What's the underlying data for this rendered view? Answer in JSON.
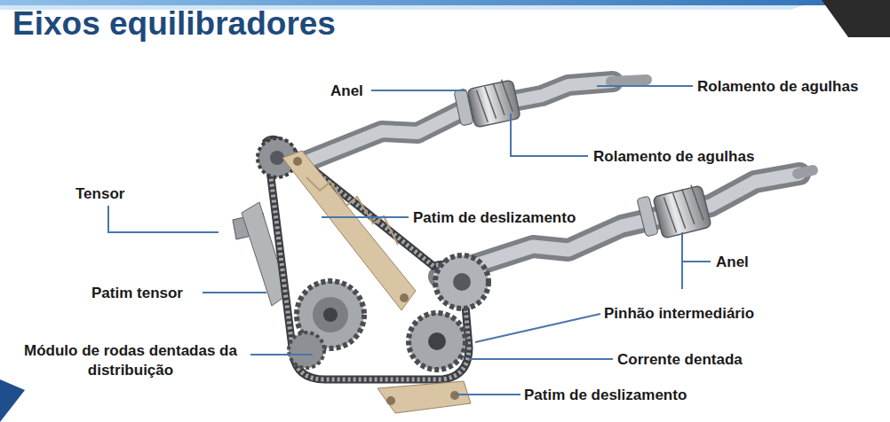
{
  "diagram": {
    "title": "Eixos equilibradores",
    "labels": [
      "Rolamento de agulhas",
      "Anel",
      "Rolamento de agulhas",
      "Tensor",
      "Patim de deslizamento",
      "Anel",
      "Patim tensor",
      "Pinhão intermediário",
      "Módulo de rodas dentadas da distribuição",
      "Corrente dentada",
      "Patim de deslizamento"
    ]
  }
}
